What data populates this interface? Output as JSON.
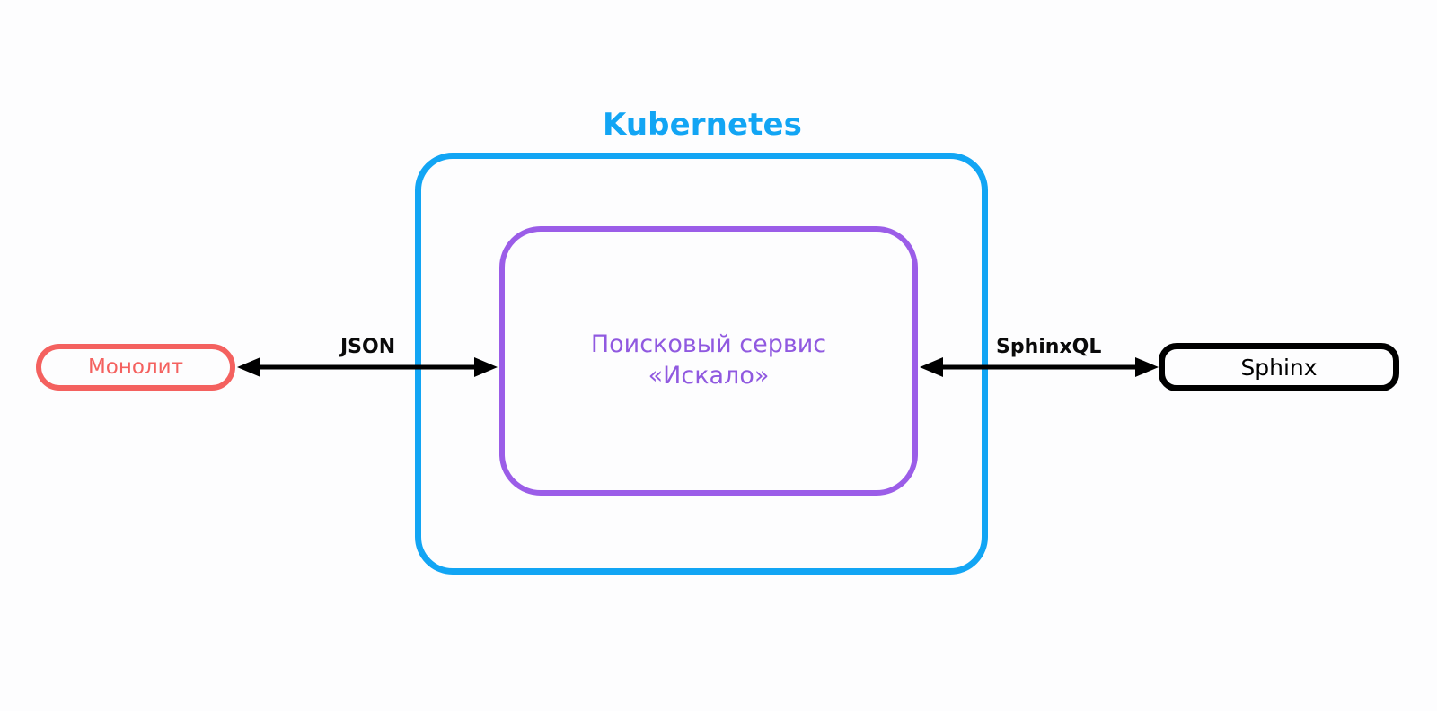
{
  "diagram": {
    "background_color": "#fdfdfe",
    "cluster": {
      "title": "Kubernetes",
      "color": "#12a5f4"
    },
    "nodes": [
      {
        "id": "monolith",
        "label": "Монолит",
        "color": "#f4615f",
        "shape": "pill"
      },
      {
        "id": "search-service",
        "label": "Поисковый сервис «Искало»",
        "color": "#9b5de8",
        "shape": "rounded-rect"
      },
      {
        "id": "sphinx",
        "label": "Sphinx",
        "color": "#000000",
        "shape": "rounded-rect"
      }
    ],
    "edges": [
      {
        "id": "monolith-service",
        "label": "JSON",
        "from": "monolith",
        "to": "search-service",
        "direction": "bidirectional",
        "color": "#000000"
      },
      {
        "id": "service-sphinx",
        "label": "SphinxQL",
        "from": "search-service",
        "to": "sphinx",
        "direction": "bidirectional",
        "color": "#000000"
      }
    ]
  }
}
